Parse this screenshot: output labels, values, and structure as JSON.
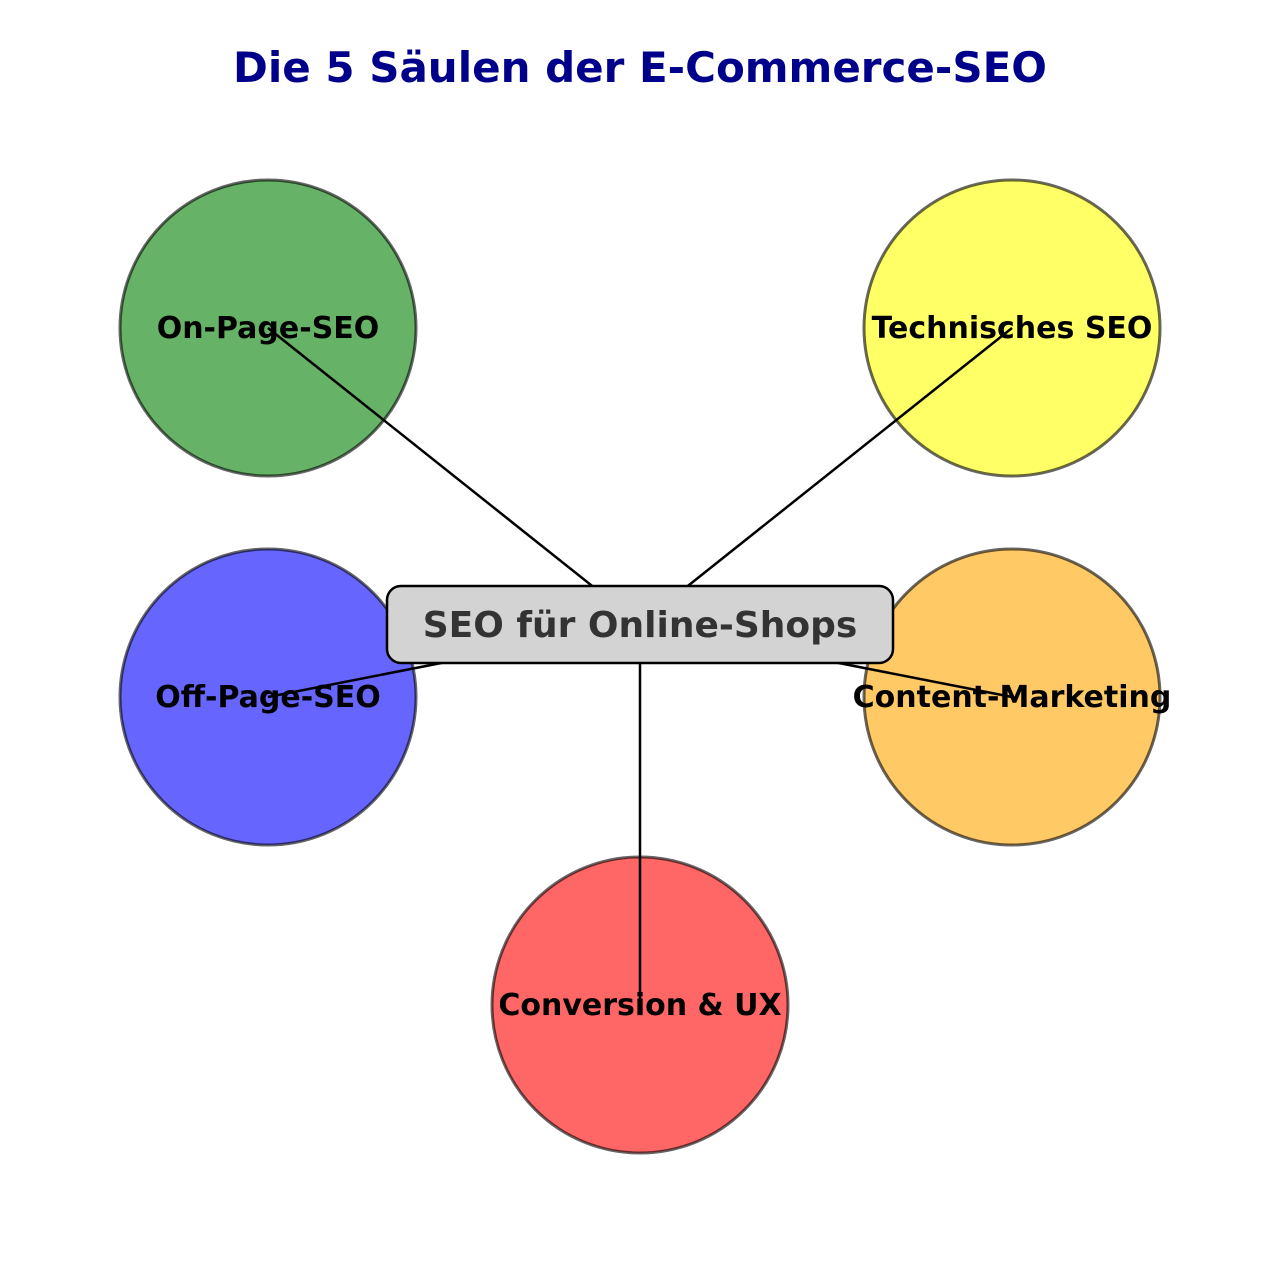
{
  "title": "Die 5 Säulen der E-Commerce-SEO",
  "center": {
    "label": "SEO für Online-Shops",
    "fill": "#d3d3d3",
    "text_color": "#333333"
  },
  "title_color": "#00008b",
  "pillars": [
    {
      "label": "On-Page-SEO",
      "color": "#66b266"
    },
    {
      "label": "Technisches SEO",
      "color": "#ffff66"
    },
    {
      "label": "Off-Page-SEO",
      "color": "#6666ff"
    },
    {
      "label": "Content-Marketing",
      "color": "#ffc966"
    },
    {
      "label": "Conversion & UX",
      "color": "#ff6666"
    }
  ]
}
